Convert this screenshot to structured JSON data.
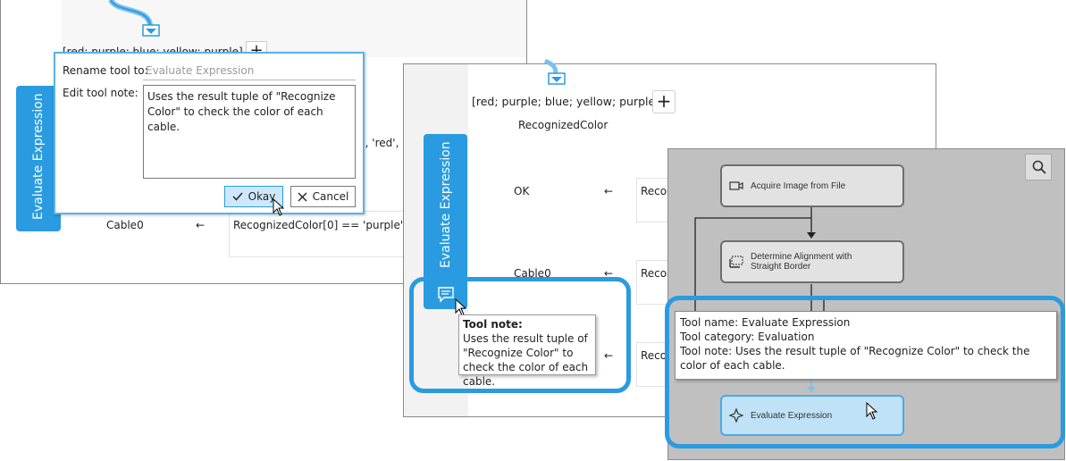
{
  "dialog": {
    "rename_label": "Rename tool to:",
    "rename_placeholder": "Evaluate Expression",
    "note_label": "Edit tool note:",
    "note_value": "Uses the result tuple of \"Recognize Color\" to check the color of each cable.",
    "okay_label": "Okay",
    "cancel_label": "Cancel"
  },
  "left_panel": {
    "list_text": "[red; purple; blue; yellow; purple]",
    "tool_tab": "Evaluate Expression",
    "partial_values": "e', 'red',",
    "row_name": "Cable0",
    "row_arrow": "←",
    "row_expression": "RecognizedColor[0] == 'purple'"
  },
  "middle_panel": {
    "list_text": "[red; purple; blue; yellow; purple]",
    "add_label": "+",
    "header": "RecognizedColor",
    "tool_tab": "Evaluate Expression",
    "rows": [
      {
        "name": "OK",
        "arrow": "←",
        "expr": "Recog"
      },
      {
        "name": "Cable0",
        "arrow": "←",
        "expr": "Recog"
      },
      {
        "name": "",
        "arrow": "←",
        "expr": "Reco"
      }
    ],
    "tooltip_title": "Tool note:",
    "tooltip_body": "Uses the result tuple of \"Recognize Color\" to check the color of each cable."
  },
  "flow_panel": {
    "nodes": [
      {
        "label": "Acquire Image from File",
        "icon": "camera-icon"
      },
      {
        "label": "Determine Alignment with Straight Border",
        "icon": "alignment-icon"
      },
      {
        "label": "Evaluate Expression",
        "icon": "evaluate-icon"
      }
    ],
    "tooltip_name": "Tool name: Evaluate Expression",
    "tooltip_category": "Tool category: Evaluation",
    "tooltip_note": "Tool note: Uses the result tuple of \"Recognize Color\" to check the color of each cable."
  },
  "colors": {
    "accent": "#2a9be0",
    "flow_background": "#c0c0c0",
    "node_fill": "#e2e2e2",
    "selected_node_fill": "#bfe2f7"
  }
}
